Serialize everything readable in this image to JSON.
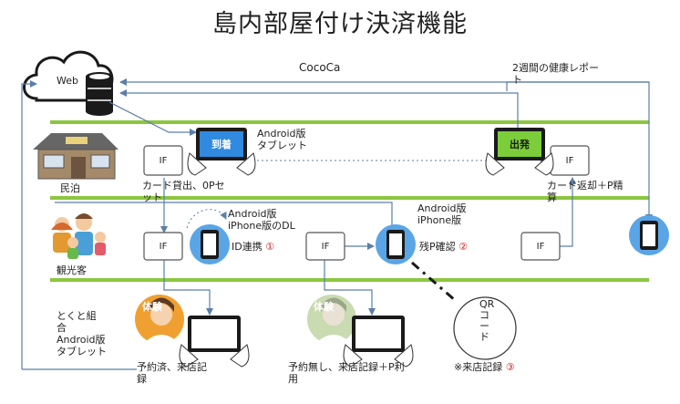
{
  "title": "島内部屋付け決済機能",
  "cloud": {
    "label": "Web"
  },
  "service_name": "CocoCa",
  "health_report": "2週間の健康レポー\nト",
  "lanes": {
    "minshuku": "民泊",
    "tourist": "観光客",
    "union": "とくと組\n合\nAndroid版\nタブレット"
  },
  "tablet_desc": "Android版\nタブレット",
  "buttons": {
    "arrive": "到着",
    "depart": "出発"
  },
  "if_label": "IF",
  "lend": "カード貸出、0Pセ\nット",
  "return": "カード返却＋P精\n算",
  "phone_os_1": "Android版\niPhone版のDL",
  "id_link": "ID連携",
  "num1": "①",
  "phone_os_2": "Android版\niPhone版",
  "points_check": "残P確認",
  "num2": "②",
  "reserved": "予約済、来店記\n録",
  "walkin": "予約無し、来店記録＋P利\n用",
  "qr_code": "QRコード",
  "visit_record": "※来店記録",
  "num3": "③",
  "badge_taiken": "体験",
  "colors": {
    "lane_line": "#8cc63f",
    "flow_line": "#5b7fa6",
    "arrive_btn": "#2f8ae0",
    "depart_btn": "#7ccd3a"
  }
}
